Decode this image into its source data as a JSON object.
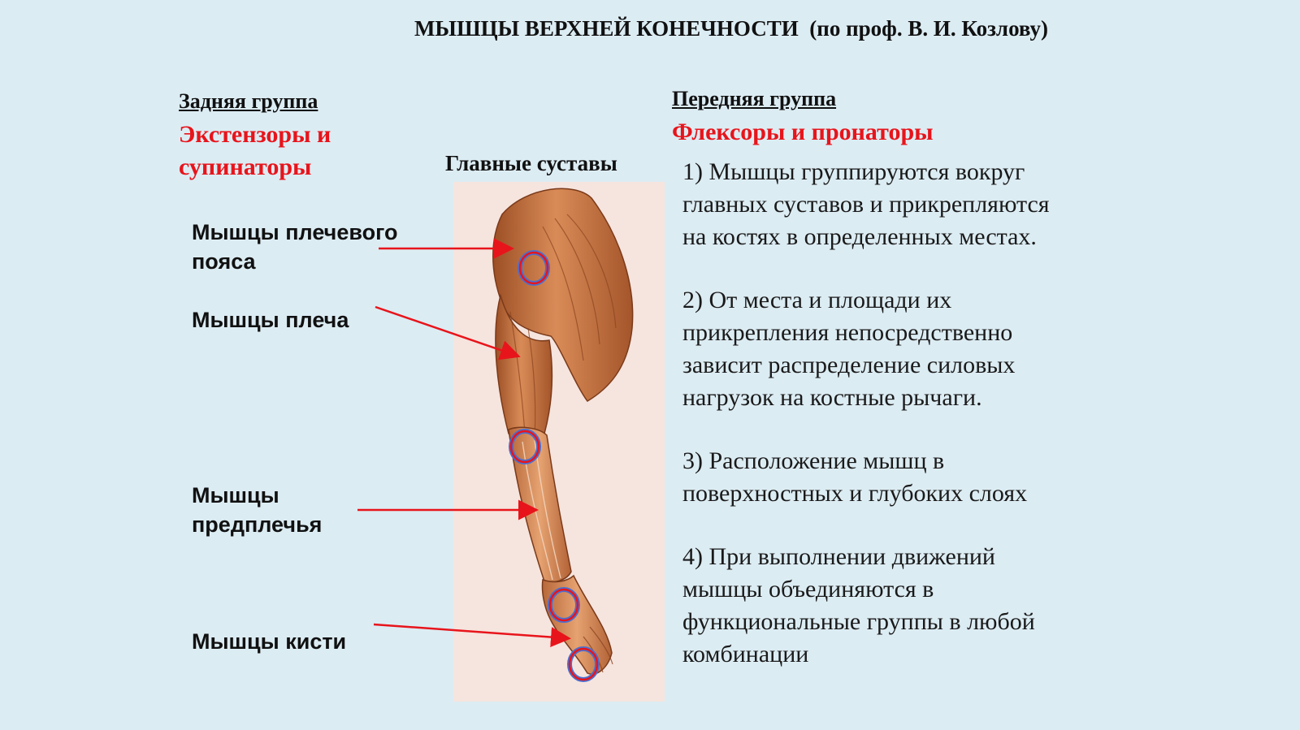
{
  "title": "МЫШЦЫ ВЕРХНЕЙ КОНЕЧНОСТИ  (по проф. В. И. Козлову)",
  "posterior_group": {
    "heading": "Задняя группа",
    "subtitle_line1": "Экстензоры и",
    "subtitle_line2": "супинаторы"
  },
  "anterior_group": {
    "heading": "Передняя группа",
    "subtitle": "Флексоры и пронаторы"
  },
  "joints_title": "Главные суставы",
  "muscle_labels": {
    "shoulder_girdle_line1": "Мышцы плечевого",
    "shoulder_girdle_line2": "пояса",
    "arm": "Мышцы плеча",
    "forearm_line1": "Мышцы",
    "forearm_line2": "предплечья",
    "hand": "Мышцы кисти"
  },
  "points": [
    {
      "line1": "1) Мышцы группируются вокруг",
      "line2": "главных суставов и прикрепляются",
      "line3": "на костях в определенных местах."
    },
    {
      "line1": "2) От места и площади их",
      "line2": "прикрепления непосредственно",
      "line3": "зависит распределение силовых",
      "line4": "нагрузок на костные рычаги."
    },
    {
      "line1": "3) Расположение мышц в",
      "line2": "поверхностных и глубоких слоях"
    },
    {
      "line1": "4) При выполнении движений",
      "line2": "мышцы объединяются в",
      "line3": "функциональные группы в любой",
      "line4": "комбинации"
    }
  ],
  "colors": {
    "background": "#dcecf3",
    "accent_red": "#e8141b",
    "arrow_red": "#e8141b",
    "joint_ring_outer": "#e8141b",
    "joint_ring_inner": "#4a6fd0",
    "muscle_base": "#c8743f",
    "figure_bg": "#f6e4de"
  },
  "icons": {
    "joint_marker": "joint-ring-icon",
    "arrow": "arrow-right-icon"
  }
}
